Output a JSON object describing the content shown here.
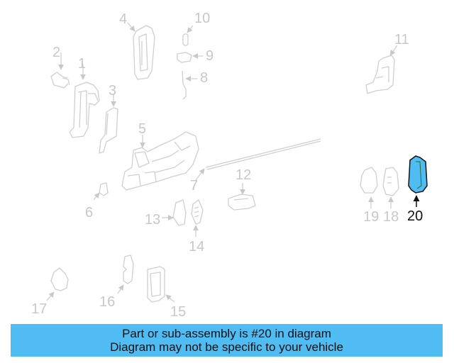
{
  "diagram": {
    "highlighted_part": "20",
    "highlight_color": "#4fbcf3",
    "part_stroke_color": "#cfcfcf",
    "callouts": [
      {
        "id": "1",
        "label": "1"
      },
      {
        "id": "2",
        "label": "2"
      },
      {
        "id": "3",
        "label": "3"
      },
      {
        "id": "4",
        "label": "4"
      },
      {
        "id": "5",
        "label": "5"
      },
      {
        "id": "6",
        "label": "6"
      },
      {
        "id": "7",
        "label": "7"
      },
      {
        "id": "8",
        "label": "8"
      },
      {
        "id": "9",
        "label": "9"
      },
      {
        "id": "10",
        "label": "10"
      },
      {
        "id": "11",
        "label": "11"
      },
      {
        "id": "12",
        "label": "12"
      },
      {
        "id": "13",
        "label": "13"
      },
      {
        "id": "14",
        "label": "14"
      },
      {
        "id": "15",
        "label": "15"
      },
      {
        "id": "16",
        "label": "16"
      },
      {
        "id": "17",
        "label": "17"
      },
      {
        "id": "18",
        "label": "18"
      },
      {
        "id": "19",
        "label": "19"
      },
      {
        "id": "20",
        "label": "20"
      }
    ]
  },
  "banner": {
    "line1": "Part or sub-assembly is #20 in diagram",
    "line2": "Diagram may not be specific to your vehicle",
    "background": "#4fbcf3"
  }
}
